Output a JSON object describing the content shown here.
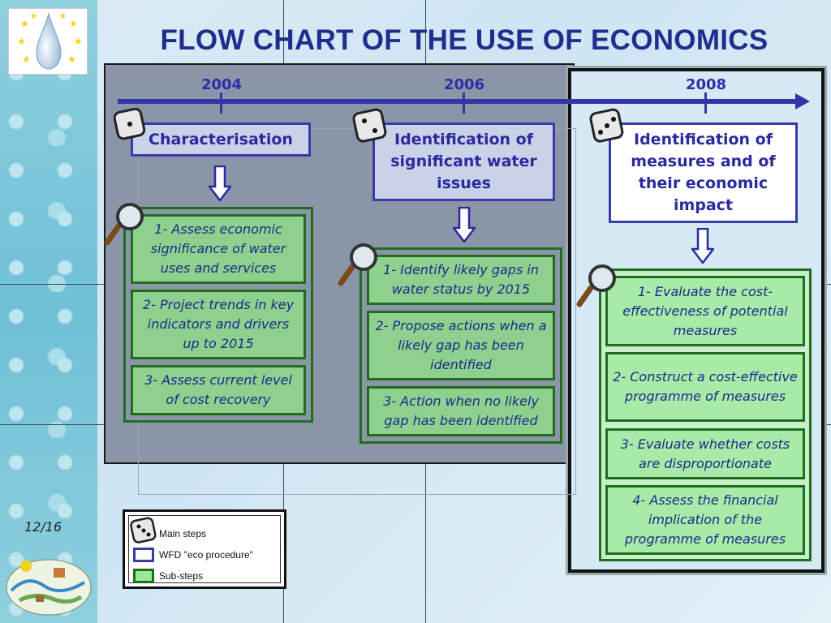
{
  "title": "FLOW CHART OF THE USE OF ECONOMICS",
  "timeline": {
    "years": [
      "2004",
      "2006",
      "2008"
    ]
  },
  "main_steps": [
    "Characterisation",
    "Identification of significant water issues",
    "Identification of measures and of their economic impact"
  ],
  "substeps": {
    "col1": [
      "1- Assess economic significance of water uses and services",
      "2- Project trends in key indicators and drivers up to 2015",
      "3- Assess current level of cost recovery"
    ],
    "col2": [
      "1- Identify likely gaps in water status by 2015",
      "2- Propose actions when a likely gap has been identified",
      "3- Action when no likely gap has been identified"
    ],
    "col3": [
      "1- Evaluate the cost-effectiveness of potential measures",
      "2- Construct a cost-effective programme of measures",
      "3- Evaluate whether costs are disproportionate",
      "4- Assess the financial implication of the programme of measures"
    ]
  },
  "legend": {
    "main_steps": "Main steps",
    "wfd": "WFD \"eco procedure\"",
    "substeps": "Sub-steps"
  },
  "page_number": "12/16",
  "colors": {
    "title": "#1f2e8c",
    "timeline": "#3434a8",
    "green_border": "#1e6e1e",
    "substep_fill": "#8fd08f"
  }
}
